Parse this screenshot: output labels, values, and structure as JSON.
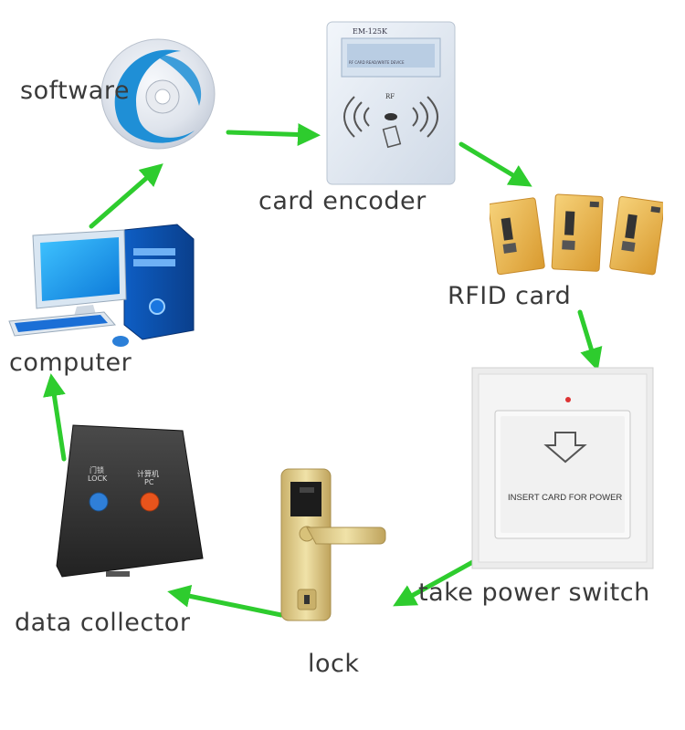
{
  "nodes": {
    "software": {
      "label": "software"
    },
    "card_encoder": {
      "label": "card encoder",
      "model": "EM-125K",
      "screen_text": "RF CARD READ/WRITE DEVICE",
      "rf_text": "RF"
    },
    "rfid_card": {
      "label": "RFID card"
    },
    "power_switch": {
      "label": "take power switch",
      "panel_text": "INSERT CARD FOR POWER"
    },
    "lock": {
      "label": "lock"
    },
    "data_collector": {
      "label": "data collector",
      "left_key": "门锁",
      "left_key_en": "LOCK",
      "right_key": "计算机",
      "right_key_en": "PC"
    },
    "computer": {
      "label": "computer"
    }
  },
  "colors": {
    "arrow": "#2ecc2e",
    "button_blue": "#2f7fd8",
    "button_red": "#e8541c",
    "card_gold": "#e3a93c",
    "lock_gold": "#d8c27a"
  }
}
